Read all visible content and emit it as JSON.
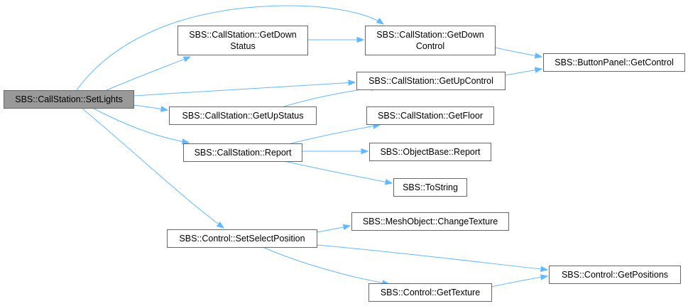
{
  "graph": {
    "edge_color": "#63b8ff",
    "root_fill": "#999999",
    "node_fill": "#ffffff",
    "node_border": "#666666",
    "nodes": {
      "setlights": [
        "SBS::CallStation::SetLights"
      ],
      "getdownstatus": [
        "SBS::CallStation::GetDown",
        "Status"
      ],
      "getdowncontrol": [
        "SBS::CallStation::GetDown",
        "Control"
      ],
      "buttonpanel_getcontrol": [
        "SBS::ButtonPanel::GetControl"
      ],
      "getupcontrol": [
        "SBS::CallStation::GetUpControl"
      ],
      "getupstatus": [
        "SBS::CallStation::GetUpStatus"
      ],
      "getfloor": [
        "SBS::CallStation::GetFloor"
      ],
      "report": [
        "SBS::CallStation::Report"
      ],
      "objectbase_report": [
        "SBS::ObjectBase::Report"
      ],
      "tostring": [
        "SBS::ToString"
      ],
      "changetexture": [
        "SBS::MeshObject::ChangeTexture"
      ],
      "setselectposition": [
        "SBS::Control::SetSelectPosition"
      ],
      "getpositions": [
        "SBS::Control::GetPositions"
      ],
      "gettexture": [
        "SBS::Control::GetTexture"
      ]
    },
    "edges": [
      [
        "setlights",
        "getdowncontrol"
      ],
      [
        "setlights",
        "getdownstatus"
      ],
      [
        "setlights",
        "getupcontrol"
      ],
      [
        "setlights",
        "getupstatus"
      ],
      [
        "setlights",
        "report"
      ],
      [
        "setlights",
        "setselectposition"
      ],
      [
        "getdownstatus",
        "getdowncontrol"
      ],
      [
        "getdowncontrol",
        "buttonpanel_getcontrol"
      ],
      [
        "getupcontrol",
        "buttonpanel_getcontrol"
      ],
      [
        "getupstatus",
        "getupcontrol"
      ],
      [
        "report",
        "getfloor"
      ],
      [
        "report",
        "objectbase_report"
      ],
      [
        "report",
        "tostring"
      ],
      [
        "setselectposition",
        "changetexture"
      ],
      [
        "setselectposition",
        "getpositions"
      ],
      [
        "setselectposition",
        "gettexture"
      ],
      [
        "gettexture",
        "getpositions"
      ]
    ]
  }
}
